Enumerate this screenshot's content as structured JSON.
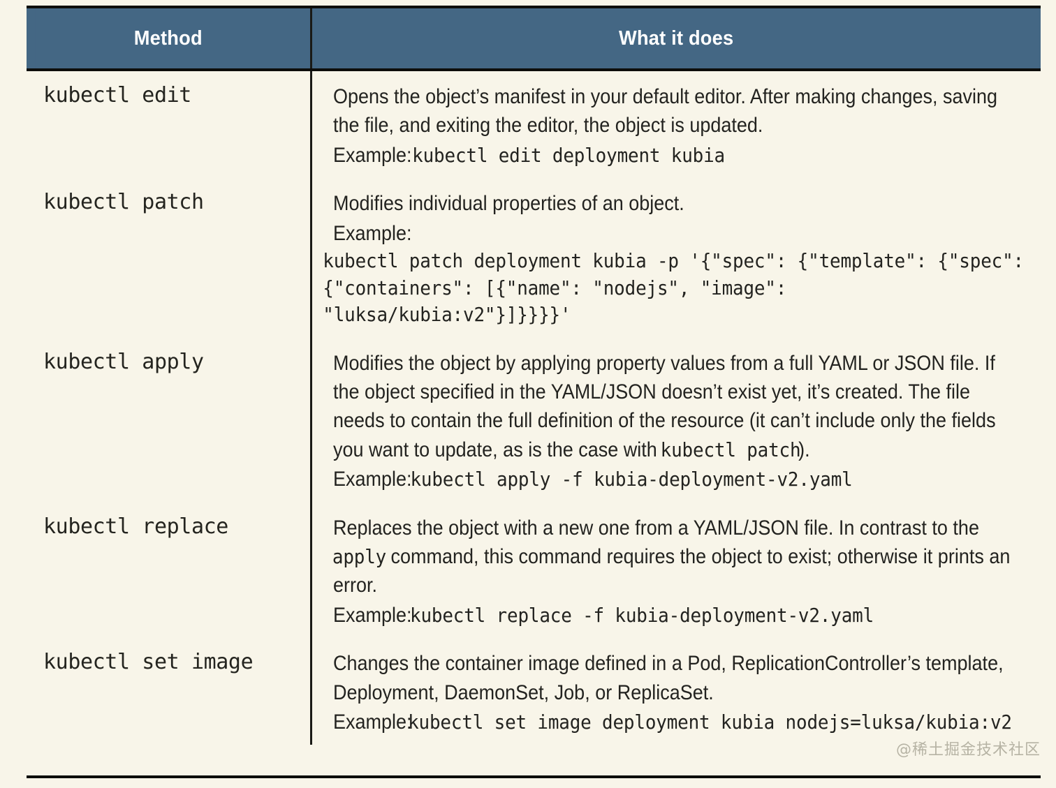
{
  "table": {
    "headers": {
      "method": "Method",
      "description": "What it does"
    },
    "rows": [
      {
        "method": "kubectl edit",
        "lines": [
          {
            "text": "Opens the object’s manifest in your default editor. After making changes, saving the file, and exiting the editor, the object is updated."
          },
          {
            "label": "Example: ",
            "code": "kubectl edit deployment kubia"
          }
        ]
      },
      {
        "method": "kubectl patch",
        "lines": [
          {
            "text": "Modifies individual properties of an object."
          },
          {
            "label": "Example: ",
            "code": "kubectl patch deployment kubia -p '{\"spec\": {\"template\": {\"spec\": {\"containers\": [{\"name\": \"nodejs\", \"image\": \"luksa/kubia:v2\"}]}}}}'"
          }
        ]
      },
      {
        "method": "kubectl apply",
        "lines": [
          {
            "pre": "Modifies the object by applying property values from a full YAML or JSON file. If the object specified in the YAML/JSON doesn’t exist yet, it’s created. The file needs to contain the full definition of the resource (it can’t include only the fields you want to update, as is the case with ",
            "code": "kubectl patch",
            "post": ")."
          },
          {
            "label": "Example: ",
            "code": "kubectl apply -f kubia-deployment-v2.yaml"
          }
        ]
      },
      {
        "method": "kubectl replace",
        "lines": [
          {
            "pre": "Replaces the object with a new one from a YAML/JSON file. In contrast to the ",
            "code": "apply",
            "post": " command, this command requires the object to exist; otherwise it prints an error."
          },
          {
            "label": "Example: ",
            "code": "kubectl replace -f kubia-deployment-v2.yaml"
          }
        ]
      },
      {
        "method": "kubectl set image",
        "lines": [
          {
            "text": "Changes the container image defined in a Pod, ReplicationController’s template, Deployment, DaemonSet, Job, or ReplicaSet."
          },
          {
            "label": "Example: ",
            "code": "kubectl set image deployment kubia nodejs=luksa/kubia:v2"
          }
        ]
      }
    ]
  },
  "watermark": "@稀土掘金技术社区",
  "colors": {
    "header_background": "#446784",
    "header_text": "#ffffff",
    "page_background": "#f8f5e9",
    "body_text": "#232320",
    "rule": "#0d0d0b"
  }
}
